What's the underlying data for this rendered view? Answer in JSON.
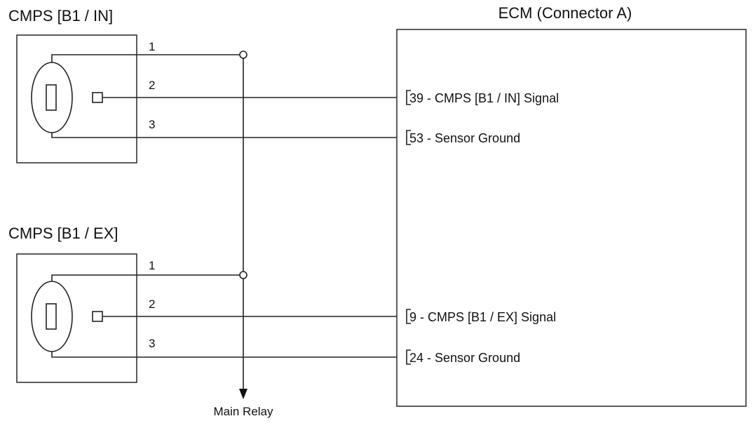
{
  "sensors": [
    {
      "title": "CMPS [B1 / IN]",
      "pins": [
        "1",
        "2",
        "3"
      ]
    },
    {
      "title": "CMPS [B1 / EX]",
      "pins": [
        "1",
        "2",
        "3"
      ]
    }
  ],
  "ecm": {
    "title": "ECM (Connector A)",
    "terminals": [
      {
        "number": "39",
        "label": " - CMPS [B1 / IN] Signal"
      },
      {
        "number": "53",
        "label": " - Sensor Ground"
      },
      {
        "number": "9",
        "label": " - CMPS [B1 / EX] Signal"
      },
      {
        "number": "24",
        "label": " - Sensor Ground"
      }
    ]
  },
  "main_relay": {
    "label": "Main Relay"
  }
}
